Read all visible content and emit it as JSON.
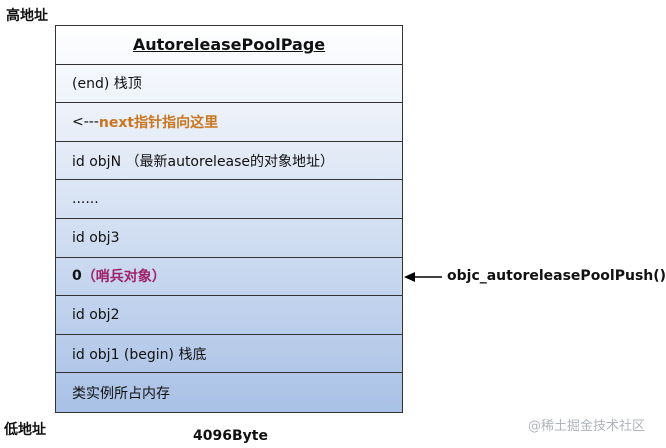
{
  "address_labels": {
    "high": "高地址",
    "low": "低地址"
  },
  "page_size": "4096Byte",
  "stack": {
    "title": "AutoreleasePoolPage",
    "rows": [
      {
        "text": "(end) 栈顶"
      },
      {
        "prefix": "<---",
        "highlight": "next指针指向这里"
      },
      {
        "text": "id objN （最新autorelease的对象地址）"
      },
      {
        "text": "......"
      },
      {
        "text": "id obj3"
      },
      {
        "bold": "0",
        "highlight": "（哨兵对象）"
      },
      {
        "text": "id obj2"
      },
      {
        "text": "id obj1 (begin) 栈底"
      },
      {
        "text": "类实例所占内存"
      }
    ]
  },
  "push_pointer": {
    "label": "objc_autoreleasePoolPush()"
  },
  "watermark": "@稀土掘金技术社区",
  "colors": {
    "gradient_top": "#ffffff",
    "gradient_bottom": "#a9c1e6",
    "next_highlight": "#c9761f",
    "sentinel_highlight": "#a0216b",
    "border": "#333333"
  }
}
